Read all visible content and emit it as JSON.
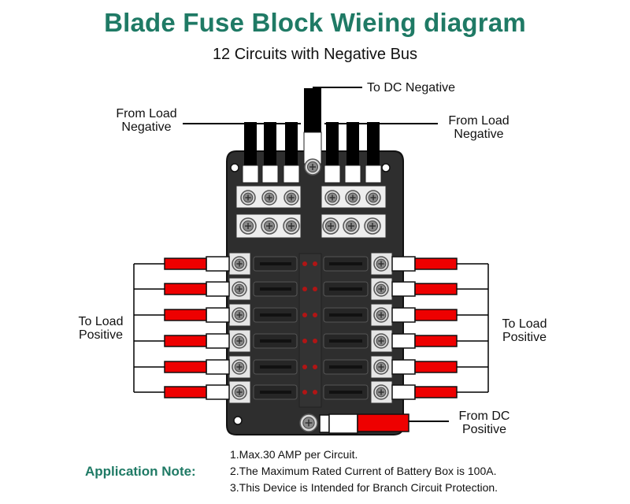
{
  "title": "Blade Fuse Block Wieing diagram",
  "subtitle": "12 Circuits with Negative Bus",
  "labels": {
    "to_dc_negative": "To DC Negative",
    "from_load_negative_left_line1": "From Load",
    "from_load_negative_left_line2": "Negative",
    "from_load_negative_right_line1": "From Load",
    "from_load_negative_right_line2": "Negative",
    "to_load_positive_left_line1": "To Load",
    "to_load_positive_left_line2": "Positive",
    "to_load_positive_right_line1": "To Load",
    "to_load_positive_right_line2": "Positive",
    "from_dc_positive_line1": "From DC",
    "from_dc_positive_line2": "Positive"
  },
  "application_note": {
    "title": "Application Note:",
    "items": [
      "1.Max.30 AMP per Circuit.",
      "2.The Maximum Rated Current of Battery Box is 100A.",
      "3.This Device is Intended for Branch Circuit Protection."
    ]
  },
  "device": {
    "circuits": 12,
    "fuse_rows": 6,
    "fuse_columns": 2,
    "negative_terminals": 12,
    "colors": {
      "title_green": "#1f7a65",
      "positive_wire": "#ee0000",
      "negative_wire": "#000000",
      "body": "#2e2e2e",
      "led": "#b01515"
    }
  }
}
